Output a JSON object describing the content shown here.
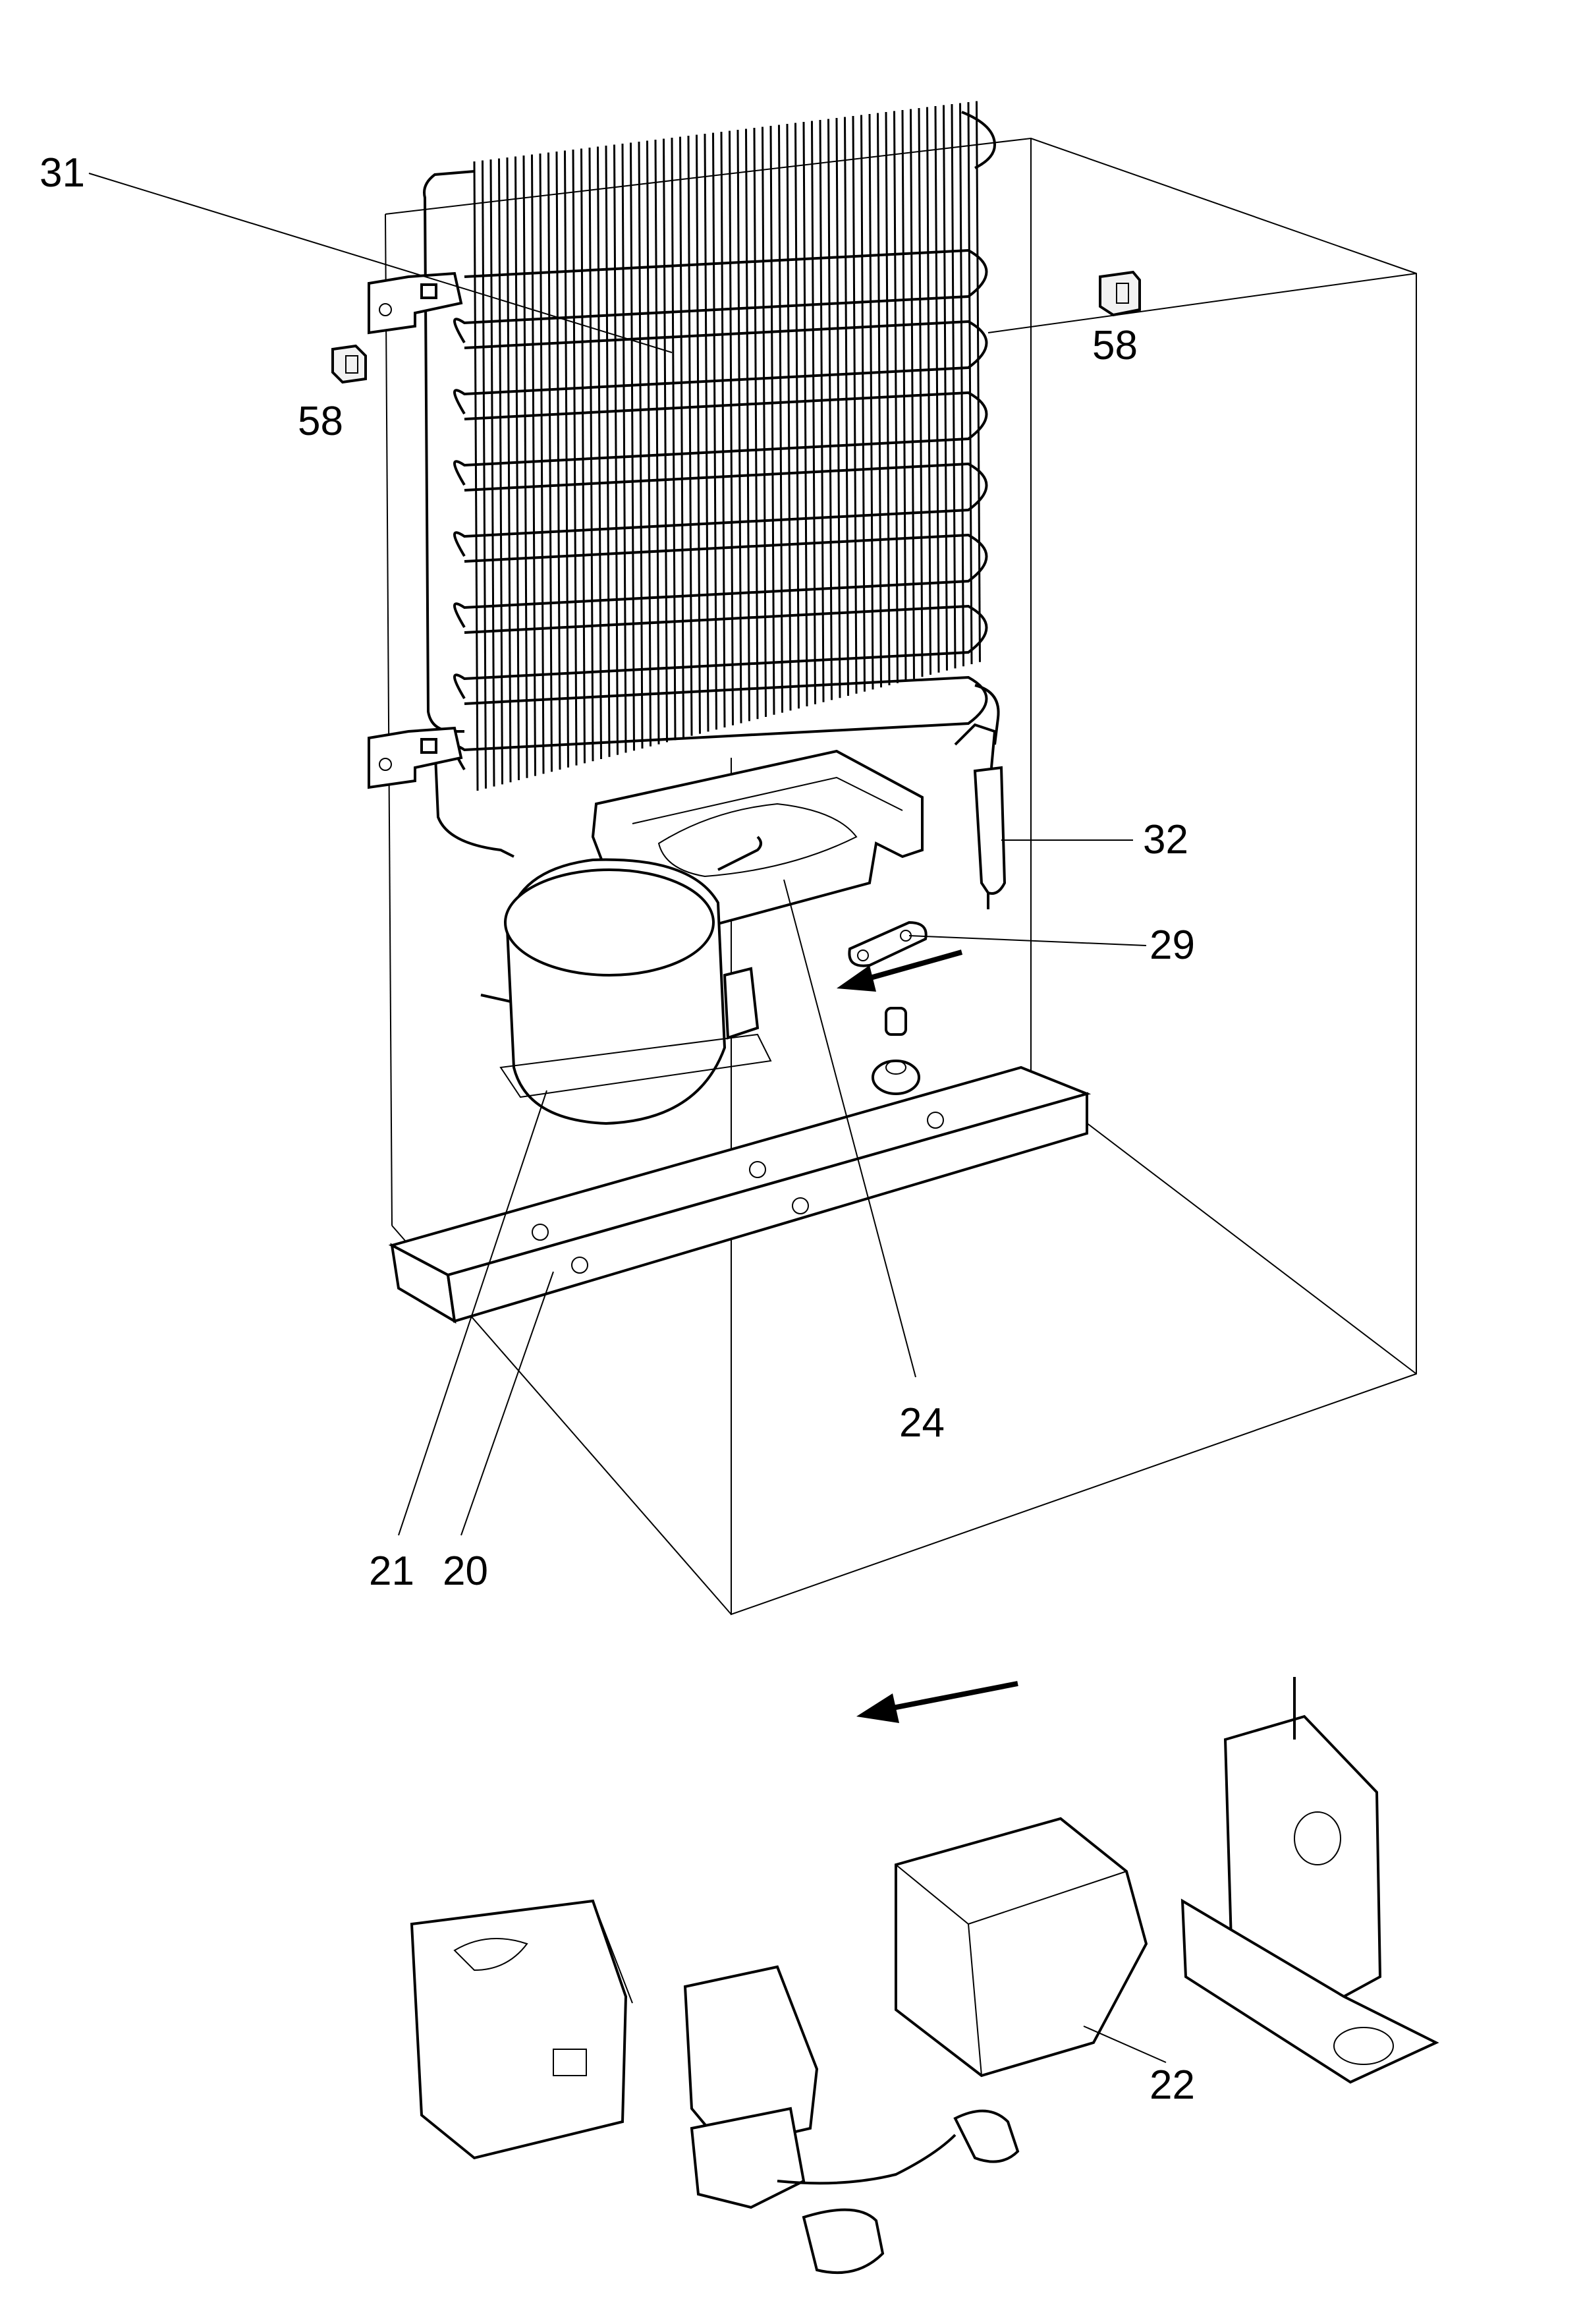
{
  "labels": {
    "l31": "31",
    "l58a": "58",
    "l58b": "58",
    "l32": "32",
    "l29": "29",
    "l24": "24",
    "l21": "21",
    "l20": "20",
    "l22": "22"
  }
}
